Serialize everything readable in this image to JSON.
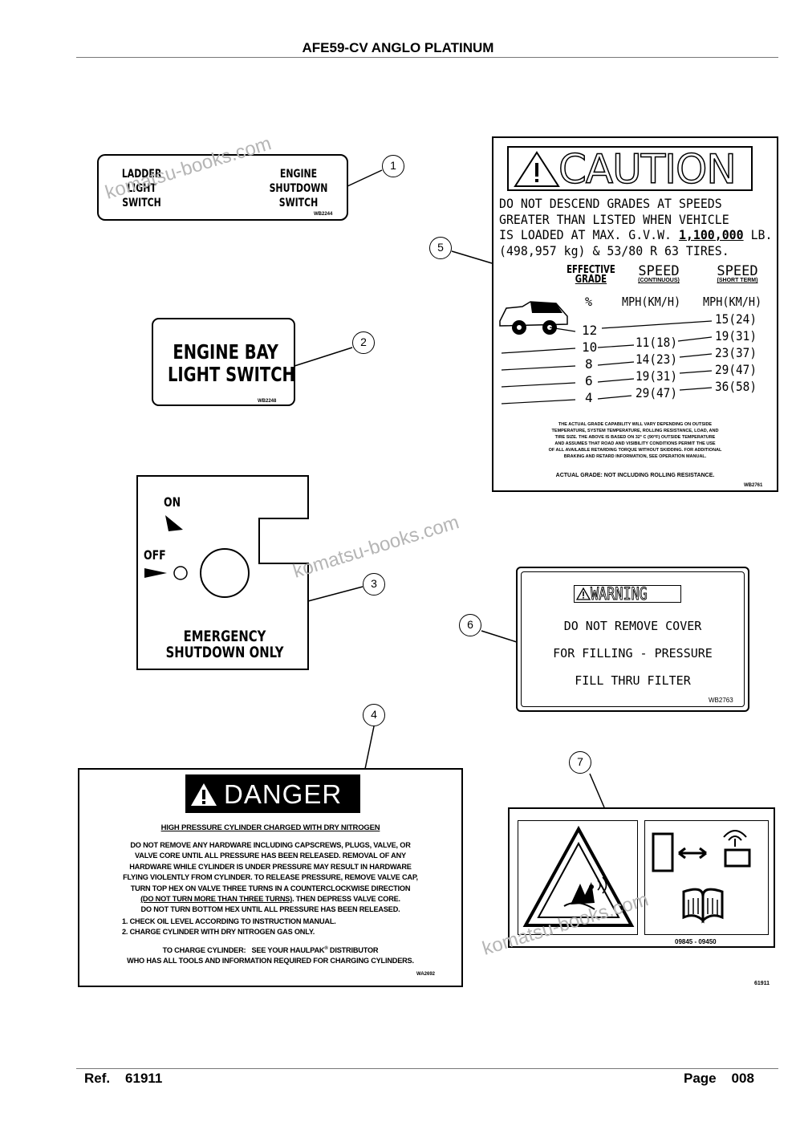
{
  "header": {
    "title": "AFE59-CV ANGLO PLATINUM"
  },
  "watermark": "komatsu-books.com",
  "callouts": [
    "1",
    "2",
    "3",
    "4",
    "5",
    "6",
    "7"
  ],
  "decal1": {
    "left": [
      "LADDER",
      "LIGHT",
      "SWITCH"
    ],
    "right": [
      "ENGINE",
      "SHUTDOWN",
      "SWITCH"
    ],
    "code": "WB2244"
  },
  "decal2": {
    "lines": [
      "ENGINE BAY",
      "LIGHT SWITCH"
    ],
    "code": "WB2248"
  },
  "decal3": {
    "on": "ON",
    "off": "OFF",
    "lines": [
      "EMERGENCY",
      "SHUTDOWN ONLY"
    ]
  },
  "decal4": {
    "heading": "DANGER",
    "subheading": "HIGH PRESSURE CYLINDER CHARGED WITH DRY NITROGEN",
    "lines": [
      "DO NOT REMOVE ANY HARDWARE INCLUDING CAPSCREWS, PLUGS, VALVE, OR",
      "VALVE CORE UNTIL ALL PRESSURE HAS BEEN RELEASED. REMOVAL OF ANY",
      "HARDWARE WHILE CYLINDER IS UNDER PRESSURE MAY RESULT IN HARDWARE",
      "FLYING VIOLENTLY FROM CYLINDER. TO RELEASE PRESSURE, REMOVE VALVE CAP,",
      "TURN TOP HEX ON VALVE THREE TURNS IN A COUNTERCLOCKWISE DIRECTION"
    ],
    "line6_underlined": "(DO NOT TURN MORE THAN THREE TURNS)",
    "line6_rest": ". THEN DEPRESS VALVE CORE.",
    "line7": "DO NOT TURN BOTTOM HEX UNTIL ALL PRESSURE HAS BEEN RELEASED.",
    "steps": [
      "1. CHECK OIL LEVEL ACCORDING TO INSTRUCTION MANUAL.",
      "2. CHARGE CYLINDER WITH DRY NITROGEN GAS ONLY."
    ],
    "charge_label": "TO CHARGE CYLINDER:",
    "charge_text": "SEE YOUR HAULPAK",
    "charge_mark": "®",
    "charge_tail": " DISTRIBUTOR",
    "charge_line2": "WHO HAS ALL TOOLS AND INFORMATION REQUIRED FOR CHARGING CYLINDERS.",
    "code": "WA2692"
  },
  "decal5": {
    "heading": "CAUTION",
    "lines": [
      "DO NOT DESCEND GRADES AT SPEEDS",
      "GREATER THAN LISTED WHEN VEHICLE",
      "IS LOADED AT MAX. G.V.W. "
    ],
    "gvw": "1,100,000",
    "lb": " LB.",
    "line4": "(498,957 kg) & 53/80 R 63 TIRES.",
    "col1": [
      "EFFECTIVE",
      "GRADE"
    ],
    "col2": [
      "SPEED",
      "(CONTINUOUS)"
    ],
    "col3": [
      "SPEED",
      "(SHORT TERM)"
    ],
    "unit1": "%",
    "unit2": "MPH(KM/H)",
    "unit3": "MPH(KM/H)",
    "grades": [
      "12",
      "10",
      "8",
      "6",
      "4"
    ],
    "continuous": [
      "11(18)",
      "14(23)",
      "19(31)",
      "29(47)"
    ],
    "short_term": [
      "15(24)",
      "19(31)",
      "23(37)",
      "29(47)",
      "36(58)"
    ],
    "notes": [
      "THE ACTUAL GRADE CAPABILITY WILL VARY DEPENDING ON OUTSIDE",
      "TEMPERATURE, SYSTEM TEMPERATURE, ROLLING RESISTANCE, LOAD, AND",
      "TIRE SIZE. THE ABOVE IS BASED ON 32° C (90°F) OUTSIDE TEMPERATURE",
      "AND ASSUMES THAT ROAD AND VISIBILITY CONDITIONS PERMIT THE USE",
      "OF ALL AVAILABLE RETARDING TORQUE WITHOUT SKIDDING. FOR ADDITIONAL",
      "BRAKING AND RETARD INFORMATION, SEE OPERATION MANUAL."
    ],
    "actual": "ACTUAL GRADE: NOT INCLUDING ROLLING RESISTANCE.",
    "code": "WB2761"
  },
  "decal6": {
    "heading": "WARNING",
    "lines": [
      "DO NOT REMOVE COVER",
      "FOR FILLING - PRESSURE",
      "FILL THRU FILTER"
    ],
    "code": "WB2763"
  },
  "decal7": {
    "code": "09845 - 09450"
  },
  "figure_ref": "61911",
  "footer": {
    "ref_label": "Ref.",
    "ref_value": "61911",
    "page_label": "Page",
    "page_value": "008"
  }
}
